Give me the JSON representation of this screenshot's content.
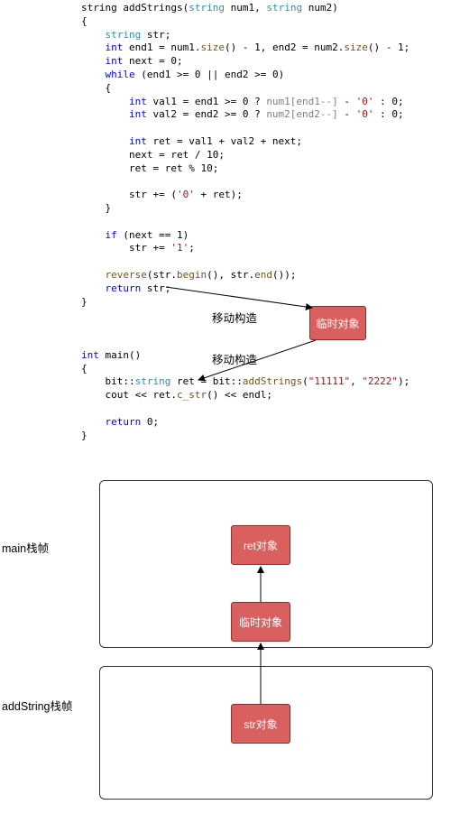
{
  "code_lines": [
    [
      {
        "t": "string addStrings(",
        "c": ""
      },
      {
        "t": "string",
        "c": "ty"
      },
      {
        "t": " num1, ",
        "c": ""
      },
      {
        "t": "string",
        "c": "ty"
      },
      {
        "t": " num2)",
        "c": ""
      }
    ],
    [
      {
        "t": "{",
        "c": ""
      }
    ],
    [
      {
        "t": "    ",
        "c": ""
      },
      {
        "t": "string",
        "c": "ty"
      },
      {
        "t": " str;",
        "c": ""
      }
    ],
    [
      {
        "t": "    ",
        "c": ""
      },
      {
        "t": "int",
        "c": "kw"
      },
      {
        "t": " end1 = num1.",
        "c": ""
      },
      {
        "t": "size",
        "c": "fn"
      },
      {
        "t": "() - 1, end2 = num2.",
        "c": ""
      },
      {
        "t": "size",
        "c": "fn"
      },
      {
        "t": "() - 1;",
        "c": ""
      }
    ],
    [
      {
        "t": "    ",
        "c": ""
      },
      {
        "t": "int",
        "c": "kw"
      },
      {
        "t": " next = 0;",
        "c": ""
      }
    ],
    [
      {
        "t": "    ",
        "c": ""
      },
      {
        "t": "while",
        "c": "kw"
      },
      {
        "t": " (end1 >= 0 || end2 >= 0)",
        "c": ""
      }
    ],
    [
      {
        "t": "    {",
        "c": ""
      }
    ],
    [
      {
        "t": "        ",
        "c": ""
      },
      {
        "t": "int",
        "c": "kw"
      },
      {
        "t": " val1 = end1 >= 0 ? ",
        "c": ""
      },
      {
        "t": "num1[end1--]",
        "c": "gr"
      },
      {
        "t": " - ",
        "c": ""
      },
      {
        "t": "'0'",
        "c": "st"
      },
      {
        "t": " : 0;",
        "c": ""
      }
    ],
    [
      {
        "t": "        ",
        "c": ""
      },
      {
        "t": "int",
        "c": "kw"
      },
      {
        "t": " val2 = end2 >= 0 ? ",
        "c": ""
      },
      {
        "t": "num2[end2--]",
        "c": "gr"
      },
      {
        "t": " - ",
        "c": ""
      },
      {
        "t": "'0'",
        "c": "st"
      },
      {
        "t": " : 0;",
        "c": ""
      }
    ],
    [
      {
        "t": "",
        "c": ""
      }
    ],
    [
      {
        "t": "        ",
        "c": ""
      },
      {
        "t": "int",
        "c": "kw"
      },
      {
        "t": " ret = val1 + val2 + next;",
        "c": ""
      }
    ],
    [
      {
        "t": "        next = ret / 10;",
        "c": ""
      }
    ],
    [
      {
        "t": "        ret = ret % 10;",
        "c": ""
      }
    ],
    [
      {
        "t": "",
        "c": ""
      }
    ],
    [
      {
        "t": "        str += (",
        "c": ""
      },
      {
        "t": "'0'",
        "c": "st"
      },
      {
        "t": " + ret);",
        "c": ""
      }
    ],
    [
      {
        "t": "    }",
        "c": ""
      }
    ],
    [
      {
        "t": "",
        "c": ""
      }
    ],
    [
      {
        "t": "    ",
        "c": ""
      },
      {
        "t": "if",
        "c": "kw"
      },
      {
        "t": " (next == 1)",
        "c": ""
      }
    ],
    [
      {
        "t": "        str += ",
        "c": ""
      },
      {
        "t": "'1'",
        "c": "st"
      },
      {
        "t": ";",
        "c": ""
      }
    ],
    [
      {
        "t": "",
        "c": ""
      }
    ],
    [
      {
        "t": "    ",
        "c": ""
      },
      {
        "t": "reverse",
        "c": "fn"
      },
      {
        "t": "(str.",
        "c": ""
      },
      {
        "t": "begin",
        "c": "fn"
      },
      {
        "t": "(), str.",
        "c": ""
      },
      {
        "t": "end",
        "c": "fn"
      },
      {
        "t": "());",
        "c": ""
      }
    ],
    [
      {
        "t": "    ",
        "c": ""
      },
      {
        "t": "return",
        "c": "kw"
      },
      {
        "t": " str;",
        "c": ""
      }
    ],
    [
      {
        "t": "}",
        "c": ""
      }
    ],
    [
      {
        "t": "",
        "c": ""
      }
    ],
    [
      {
        "t": "",
        "c": ""
      }
    ],
    [
      {
        "t": "",
        "c": ""
      }
    ],
    [
      {
        "t": "int",
        "c": "kw"
      },
      {
        "t": " main()",
        "c": ""
      }
    ],
    [
      {
        "t": "{",
        "c": ""
      }
    ],
    [
      {
        "t": "    bit::",
        "c": ""
      },
      {
        "t": "string",
        "c": "ty"
      },
      {
        "t": " ret = bit::",
        "c": ""
      },
      {
        "t": "addStrings",
        "c": "fn"
      },
      {
        "t": "(",
        "c": ""
      },
      {
        "t": "\"11111\"",
        "c": "st"
      },
      {
        "t": ", ",
        "c": ""
      },
      {
        "t": "\"2222\"",
        "c": "st"
      },
      {
        "t": ");",
        "c": ""
      }
    ],
    [
      {
        "t": "    cout << ret.",
        "c": ""
      },
      {
        "t": "c_str",
        "c": "fn"
      },
      {
        "t": "() << endl;",
        "c": ""
      }
    ],
    [
      {
        "t": "",
        "c": ""
      }
    ],
    [
      {
        "t": "    ",
        "c": ""
      },
      {
        "t": "return",
        "c": "kw"
      },
      {
        "t": " 0;",
        "c": ""
      }
    ],
    [
      {
        "t": "}",
        "c": ""
      }
    ]
  ],
  "labels": {
    "move1": "移动构造",
    "move2": "移动构造",
    "temp_top": "临时对象",
    "main_frame": "main栈帧",
    "add_frame": "addString栈帧",
    "ret_obj": "ret对象",
    "temp_mid": "临时对象",
    "str_obj": "str对象"
  },
  "colors": {
    "box_fill": "#d9605f",
    "box_border": "#8f2e2e",
    "keyword": "#0000ff",
    "type": "#2b91af",
    "string": "#a31515"
  }
}
